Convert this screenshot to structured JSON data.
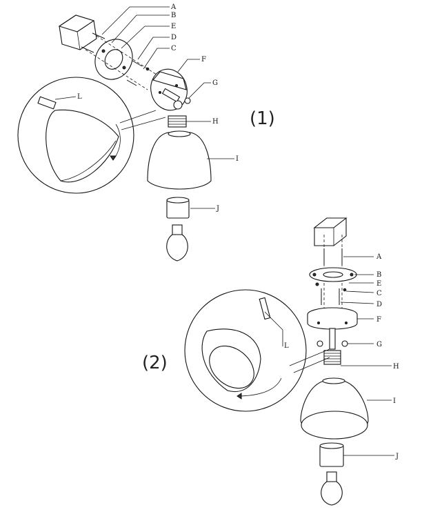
{
  "diagram": {
    "figure_1_label": "(1)",
    "figure_2_label": "(2)",
    "part_labels": [
      "A",
      "B",
      "E",
      "D",
      "C",
      "F",
      "G",
      "H",
      "I",
      "J",
      "L"
    ],
    "fig2_labels": {
      "A": "A",
      "B": "B",
      "E": "E",
      "C": "C",
      "D": "D",
      "F": "F",
      "G": "G",
      "H": "H",
      "I": "I",
      "J": "J",
      "L": "L"
    },
    "fig1_labels": {
      "A": "A",
      "B": "B",
      "E": "E",
      "D": "D",
      "C": "C",
      "F": "F",
      "G": "G",
      "H": "H",
      "I": "I",
      "J": "J",
      "L": "L"
    }
  }
}
